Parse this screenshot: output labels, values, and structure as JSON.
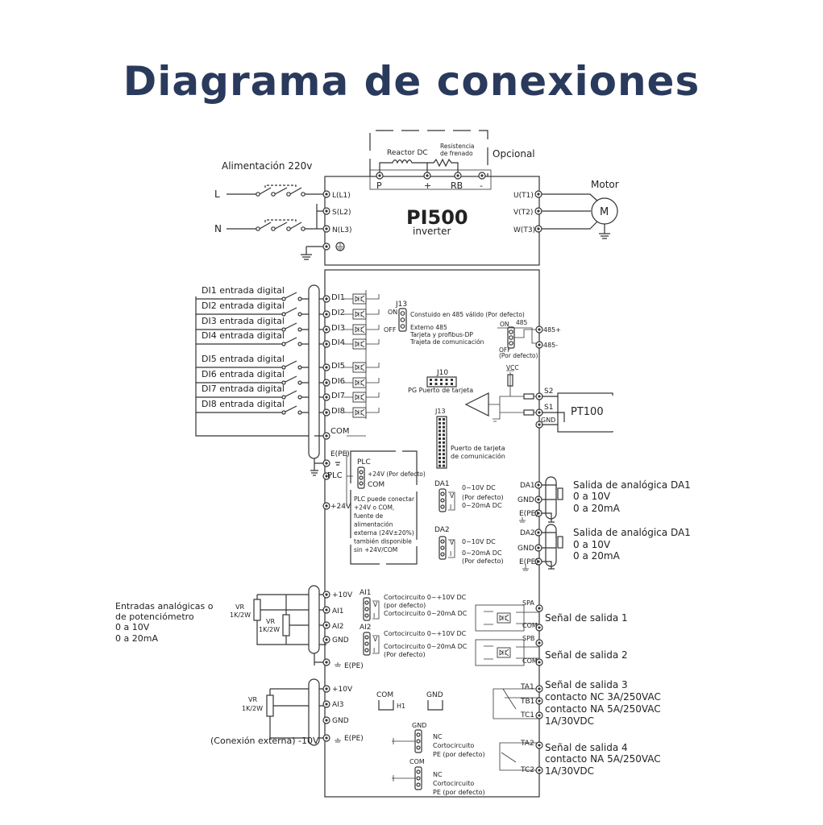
{
  "title": "Diagrama de conexiones",
  "power": {
    "supply_label": "Alimentación  220v",
    "line_L": "L",
    "line_N": "N",
    "inputs": [
      "L(L1)",
      "S(L2)",
      "N(L3)"
    ],
    "optional_label": "Opcional",
    "reactor_label": "Reactor DC",
    "resistor_label_1": "Resistencia",
    "resistor_label_2": "de frenado",
    "dc_terminals": [
      "P",
      "+",
      "RB",
      "-"
    ],
    "inverter_name": "PI500",
    "inverter_sub": "inverter",
    "outputs": [
      "U(T1)",
      "V(T2)",
      "W(T3)"
    ],
    "motor_label": "Motor",
    "motor_symbol": "M"
  },
  "digital": {
    "inputs": [
      "DI1 entrada digital",
      "DI2 entrada digital",
      "DI3 entrada digital",
      "DI4 entrada digital",
      "DI5 entrada digital",
      "DI6 entrada digital",
      "DI7 entrada digital",
      "DI8 entrada digital"
    ],
    "terminals": [
      "DI1",
      "DI2",
      "DI3",
      "DI4",
      "DI5",
      "DI6",
      "DI7",
      "DI8"
    ],
    "com": "COM",
    "epe": "E(PE)",
    "plc": "PLC",
    "v24": "+24V"
  },
  "j13_top": {
    "name": "J13",
    "on": "ON",
    "off": "OFF",
    "on_desc": "Constuido en 485 válido (Por defecto)",
    "off_desc_1": "Externo 485",
    "off_desc_2": "Tarjeta y profibus-DP",
    "off_desc_3": "Trajeta de comunicación"
  },
  "rs485": {
    "on": "ON",
    "num": "485",
    "off": "OFF",
    "default": "(Por defecto)",
    "plus": "485+",
    "minus": "485-"
  },
  "pg": {
    "j10": "J10",
    "label": "PG Puerto de tarjeta",
    "vcc": "VCC",
    "s2": "S2",
    "s1": "S1",
    "gnd": "GND",
    "pt100": "PT100"
  },
  "comm": {
    "j13": "J13",
    "label_1": "Puerto de tarjeta",
    "label_2": "de comunicación"
  },
  "plc_box": {
    "plc": "PLC",
    "v24": "+24V (Por defecto)",
    "com": "COM",
    "notes": [
      "PLC puede conectar",
      "+24V o COM,",
      "fuente de",
      "alimentación",
      "externa (24V±20%)",
      "también disponible",
      "sin +24V/COM"
    ]
  },
  "da1": {
    "name": "DA1",
    "v": "V",
    "i": "I",
    "opt1": "0~10V DC",
    "opt1b": "(Por defecto)",
    "opt2": "0~20mA DC",
    "terminals": [
      "DA1",
      "GND",
      "E(PE)"
    ],
    "desc": [
      "Salida de analógica DA1",
      "0 a 10V",
      "0 a 20mA"
    ]
  },
  "da2": {
    "name": "DA2",
    "v": "V",
    "i": "I",
    "opt1": "0~10V DC",
    "opt2": "0~20mA DC",
    "opt2b": "(Por defecto)",
    "terminals": [
      "DA2",
      "GND",
      "E(PE)"
    ],
    "desc": [
      "Salida de analógica DA1",
      "0 a 10V",
      "0 a 20mA"
    ]
  },
  "analog_in": {
    "desc": [
      "Entradas analógicas o",
      "de potenciómetro",
      "0 a 10V",
      "0 a 20mA"
    ],
    "vr1": "VR",
    "vr1b": "1K/2W",
    "vr2": "VR",
    "vr2b": "1K/2W",
    "terminals": [
      "+10V",
      "AI1",
      "AI2",
      "GND"
    ],
    "epe": "E(PE)",
    "ai1": "AI1",
    "ai2": "AI2",
    "v": "V",
    "i": "I",
    "ai1_opt1": "Cortocircuito 0~+10V  DC",
    "ai1_opt1b": "(por defecto)",
    "ai1_opt2": "Cortocircuito 0~20mA DC",
    "ai2_opt1": "Cortocircuito 0~+10V  DC",
    "ai2_opt2": "Cortocircuito 0~20mA DC",
    "ai2_opt2b": "(Por defecto)"
  },
  "ai3": {
    "vr": "VR",
    "vrb": "1K/2W",
    "terminals": [
      "+10V",
      "AI3",
      "GND"
    ],
    "epe": "E(PE)",
    "ext": "(Conexión externa) -10V"
  },
  "h1": {
    "com": "COM",
    "gnd": "GND",
    "h1": "H1"
  },
  "jumpers": {
    "gnd": "GND",
    "com": "COM",
    "nc": "NC",
    "short": "Cortocircuito",
    "pe": "PE (por defecto)"
  },
  "outputs": {
    "spa": "SPA",
    "spb": "SPB",
    "com": "COM",
    "sig1": "Señal de salida 1",
    "sig2": "Señal de salida 2",
    "ta1": "TA1",
    "tb1": "TB1",
    "tc1": "TC1",
    "sig3": [
      "Señal de salida 3",
      "contacto NC 3A/250VAC",
      "contacto NA 5A/250VAC",
      "1A/30VDC"
    ],
    "ta2": "TA2",
    "tc2": "TC2",
    "sig4": [
      "Señal de salida 4",
      "contacto NA 5A/250VAC",
      "1A/30VDC"
    ]
  }
}
